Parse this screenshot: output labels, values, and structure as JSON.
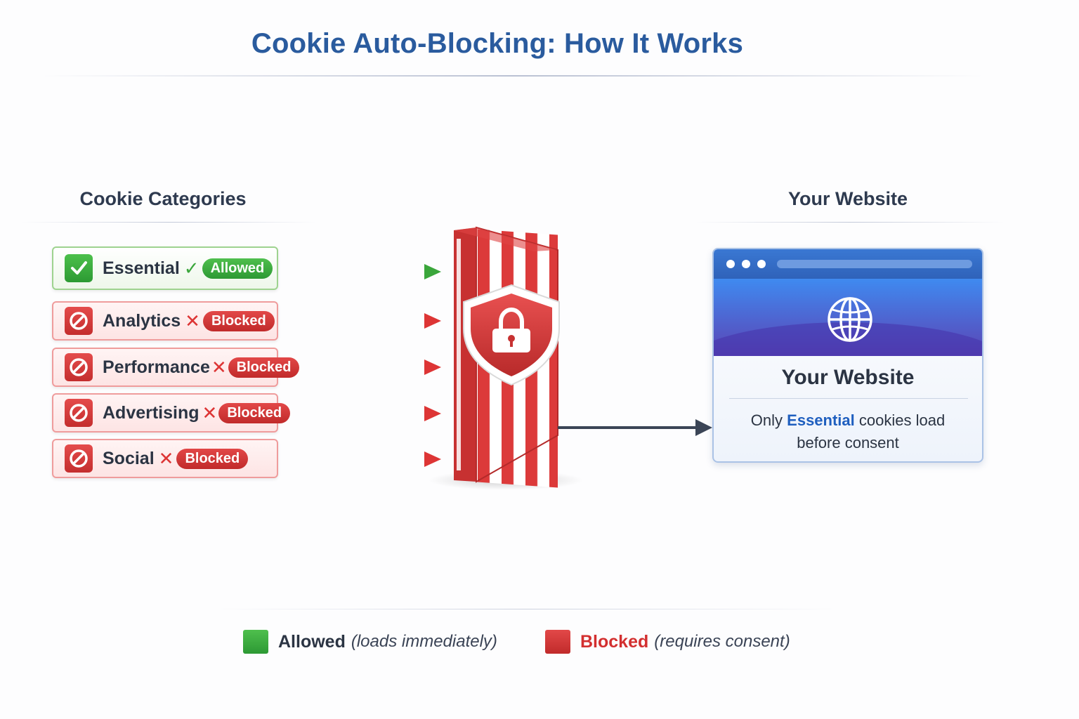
{
  "title": "Cookie Auto-Blocking: How It Works",
  "left_header": "Cookie Categories",
  "right_header": "Your Website",
  "categories": [
    {
      "label": "Essential",
      "status": "Allowed"
    },
    {
      "label": "Analytics",
      "status": "Blocked"
    },
    {
      "label": "Performance",
      "status": "Blocked"
    },
    {
      "label": "Advertising",
      "status": "Blocked"
    },
    {
      "label": "Social",
      "status": "Blocked"
    }
  ],
  "website": {
    "title": "Your Website",
    "text_prefix": "Only",
    "text_highlight": "Essential",
    "text_suffix": "cookies load",
    "text_line2": "before consent"
  },
  "legend": {
    "allowed_label": "Allowed",
    "allowed_note": "(loads immediately)",
    "blocked_label": "Blocked",
    "blocked_note": "(requires consent)"
  },
  "colors": {
    "allowed": "#3aa63b",
    "blocked": "#d93434",
    "title": "#2a5b9e"
  },
  "icons": {
    "allowed_icon": "check-box-icon",
    "blocked_icon": "prohibited-icon",
    "gate_icon": "shield-lock-icon",
    "site_icon": "globe-icon"
  }
}
